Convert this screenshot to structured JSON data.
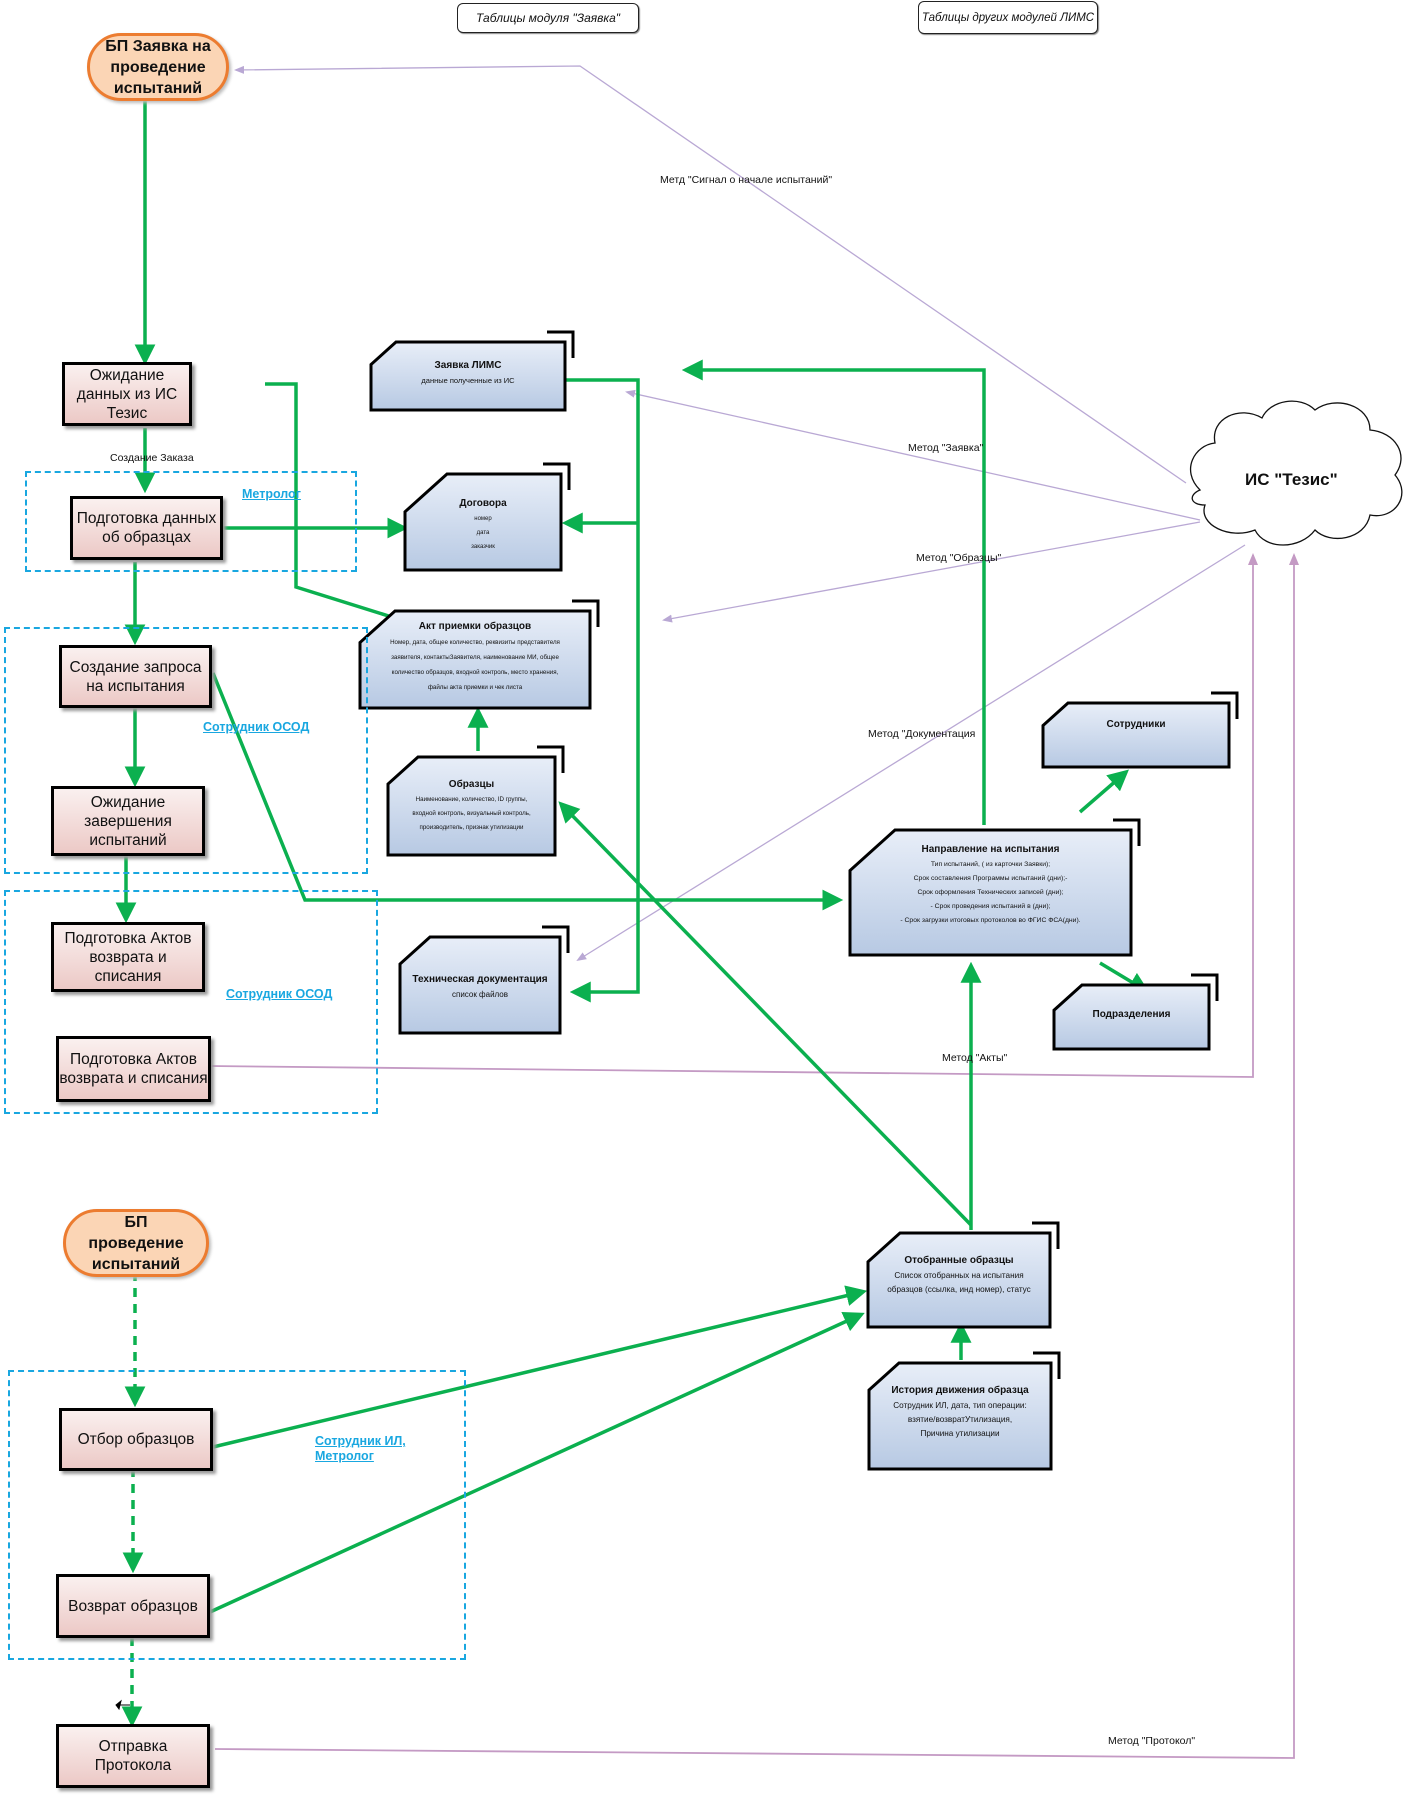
{
  "headers": {
    "module_tables": "Таблицы модуля \"Заявка\"",
    "other_module_tables": "Таблицы других модулей ЛИМС"
  },
  "terminals": {
    "start_request": "БП Заявка на проведение испытаний",
    "start_testing": "БП проведение испытаний"
  },
  "processes": {
    "wait_data": "Ожидание данных из ИС Тезис",
    "prepare_samples_data": "Подготовка данных об образцах",
    "create_test_request": "Создание запроса на испытания",
    "wait_tests_done": "Ожидание завершения испытаний",
    "prepare_acts_1": "Подготовка Актов возврата и списания",
    "prepare_acts_2": "Подготовка Актов возврата и списания",
    "sample_selection": "Отбор образцов",
    "sample_return": "Возврат образцов",
    "send_protocol": "Отправка Протокола"
  },
  "roles": {
    "metrolog": "Метролог",
    "osod_1": "Сотрудник ОСОД",
    "osod_2": "Сотрудник ОСОД",
    "il_metrolog": "Сотрудник ИЛ, Метролог"
  },
  "tables": {
    "zayavka_lims": {
      "title": "Заявка ЛИМС",
      "fields": [
        "данные полученные из ИС"
      ]
    },
    "dogovora": {
      "title": "Договора",
      "fields": [
        "номер",
        "дата",
        "заказчик"
      ]
    },
    "akt_priemki": {
      "title": "Акт приемки образцов",
      "fields": [
        "Номер, дата, общее количество,  реквизиты представителя",
        "заявителя, контактыЗаявителя, наименование МИ, общее",
        "количество образцов, входной контроль, место хранения,",
        "файлы акта приемки и чек листа"
      ]
    },
    "obrazcy": {
      "title": "Образцы",
      "fields": [
        "Наименование, количество, ID  группы,",
        "входной контроль, визуальный контроль,",
        "производитель, признак утилизации"
      ]
    },
    "tech_doc": {
      "title": "Техническая документация",
      "fields": [
        "список файлов"
      ]
    },
    "sotrudniki": {
      "title": "Сотрудники",
      "fields": []
    },
    "napravlenie": {
      "title": "Направление на испытания",
      "fields": [
        "Тип испытаний, ( из карточки Заявки);",
        "Срок составления Программы испытаний (дни);-",
        "Срок оформления Технических записей (дни);",
        "- Срок проведения испытаний в (дни);",
        "- Срок загрузки итоговых протоколов во ФГИС ФСА(дни)."
      ]
    },
    "podrazdeleniya": {
      "title": "Подразделения",
      "fields": []
    },
    "otobrannye": {
      "title": "Отобранные образцы",
      "fields": [
        "Список отобранных на испытания",
        "образцов (ссылка, инд номер), статус"
      ]
    },
    "istoriya": {
      "title": "История движения образца",
      "fields": [
        "Сотрудник ИЛ, дата, тип операции:",
        "взятие/возвратУтилизация,",
        "Причина утилизации"
      ]
    }
  },
  "external_system": {
    "label": "ИС \"Тезис\""
  },
  "edge_labels": {
    "create_order": "Создание Заказа",
    "method_signal": "Метд \"Сигнал о начале испытаний\"",
    "method_request": "Метод \"Заявка\"",
    "method_samples": "Метод \"Образцы\"",
    "method_docs": "Метод \"Документация",
    "method_acts": "Метод \"Акты\"",
    "method_protocol": "Метод \"Протокол\""
  },
  "colors": {
    "flow_green": "#0bb04f",
    "integration_lilac": "#b9a8d4",
    "integration_pink": "#c49ac4",
    "role_blue": "#19a7e0",
    "terminal_orange": "#ec7c30",
    "terminal_fill": "#fbd5b5",
    "table_fill_top": "#e8eef8",
    "table_fill_bottom": "#b7c9e3"
  }
}
